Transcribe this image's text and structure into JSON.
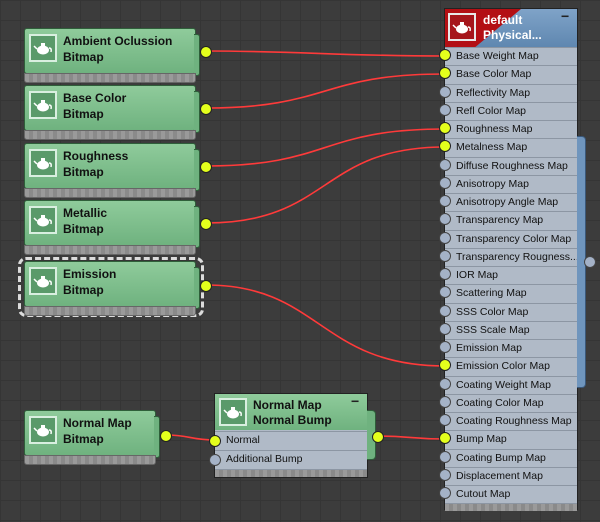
{
  "bitmap_nodes": [
    {
      "title": "Ambient Oclussion",
      "type": "Bitmap"
    },
    {
      "title": "Base Color",
      "type": "Bitmap"
    },
    {
      "title": "Roughness",
      "type": "Bitmap"
    },
    {
      "title": "Metallic",
      "type": "Bitmap"
    },
    {
      "title": "Emission",
      "type": "Bitmap"
    },
    {
      "title": "Normal Map",
      "type": "Bitmap"
    }
  ],
  "normal_map_node": {
    "title": "Normal Map",
    "subtitle": "Normal Bump",
    "collapse_symbol": "−",
    "inputs": [
      "Normal",
      "Additional Bump"
    ]
  },
  "material_node": {
    "title": "default",
    "subtitle": "Physical...",
    "collapse_symbol": "−",
    "slots": [
      "Base Weight Map",
      "Base Color Map",
      "Reflectivity Map",
      "Refl Color Map",
      "Roughness Map",
      "Metalness Map",
      "Diffuse Roughness Map",
      "Anisotropy Map",
      "Anisotropy Angle Map",
      "Transparency Map",
      "Transparency Color Map",
      "Transparency  Rougness...",
      "IOR Map",
      "Scattering Map",
      "SSS Color Map",
      "SSS Scale Map",
      "Emission Map",
      "Emission Color Map",
      "Coating Weight Map",
      "Coating Color Map",
      "Coating Roughness Map",
      "Bump Map",
      "Coating Bump Map",
      "Displacement Map",
      "Cutout Map"
    ]
  },
  "connections": [
    {
      "from": "Ambient Oclussion",
      "to": "Base Weight Map"
    },
    {
      "from": "Base Color",
      "to": "Base Color Map"
    },
    {
      "from": "Roughness",
      "to": "Roughness Map"
    },
    {
      "from": "Metallic",
      "to": "Metalness Map"
    },
    {
      "from": "Emission",
      "to": "Emission Color Map"
    },
    {
      "from": "Normal Map",
      "to": "Normal"
    },
    {
      "from": "Normal Bump",
      "to": "Bump Map"
    }
  ],
  "colors": {
    "wire": "#ff3a3a",
    "socket_connected": "#e4ff1c",
    "socket_empty": "#a4b2c7",
    "bitmap_node": "#7fbf8d",
    "material_header": "#b30f14"
  },
  "icons": {
    "bitmap_thumb": "teapot-icon",
    "material_thumb": "teapot-icon"
  }
}
